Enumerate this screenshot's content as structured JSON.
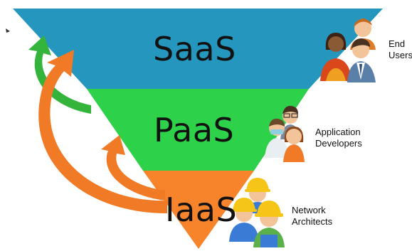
{
  "layers": [
    {
      "key": "saas",
      "label": "SaaS",
      "color": "#2596be"
    },
    {
      "key": "paas",
      "label": "PaaS",
      "color": "#2ed14a"
    },
    {
      "key": "iaas",
      "label": "IaaS",
      "color": "#f7842a"
    }
  ],
  "roles": [
    {
      "key": "end-users",
      "label": "End\nUsers"
    },
    {
      "key": "app-devs",
      "label": "Application\nDevelopers"
    },
    {
      "key": "net-arch",
      "label": "Network\nArchitects"
    }
  ],
  "colors": {
    "arrow_green": "#35b43c",
    "arrow_orange": "#f07a26",
    "skin": "#f3c49a",
    "hardhat": "#f5c518",
    "overalls": "#3a7bd5"
  },
  "icons": [
    "people-group-icon",
    "developer-group-icon",
    "worker-group-icon"
  ]
}
